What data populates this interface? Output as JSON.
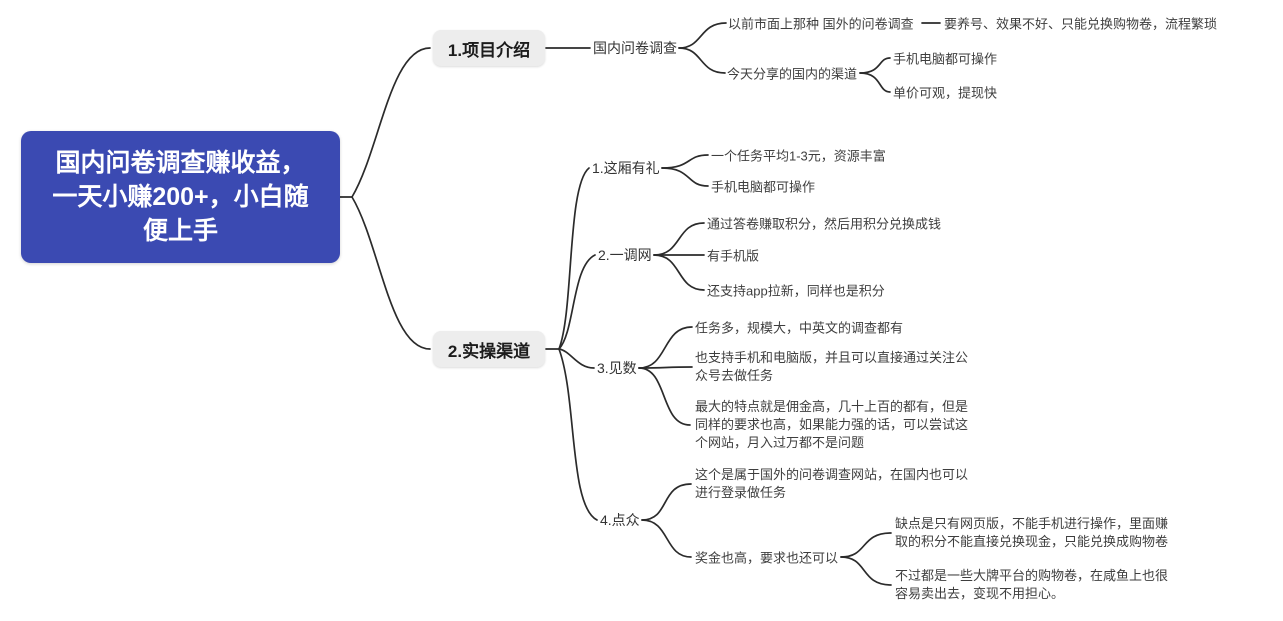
{
  "mindmap": {
    "root": {
      "text": "国内问卷调查赚收益，一天小赚200+，小白随便上手",
      "lines": [
        "国内问卷调查赚收益，",
        "一天小赚200+，小白随",
        "便上手"
      ]
    },
    "branch1": {
      "label": "1.项目介绍",
      "topic": "国内问卷调查",
      "old_way": "以前市面上那种 国外的问卷调查",
      "old_way_detail": "要养号、效果不好、只能兑换购物卷，流程繁琐",
      "new_way": "今天分享的国内的渠道",
      "new_way_points": [
        "手机电脑都可操作",
        "单价可观，提现快"
      ]
    },
    "branch2": {
      "label": "2.实操渠道",
      "channels": [
        {
          "name": "1.这厢有礼",
          "points": [
            "一个任务平均1-3元，资源丰富",
            "手机电脑都可操作"
          ]
        },
        {
          "name": "2.一调网",
          "points": [
            "通过答卷赚取积分，然后用积分兑换成钱",
            "有手机版",
            "还支持app拉新，同样也是积分"
          ]
        },
        {
          "name": "3.见数",
          "points": [
            "任务多，规模大，中英文的调查都有",
            "也支持手机和电脑版，并且可以直接通过关注公众号去做任务",
            "最大的特点就是佣金高，几十上百的都有，但是同样的要求也高，如果能力强的话，可以尝试这个网站，月入过万都不是问题"
          ]
        },
        {
          "name": "4.点众",
          "points": [
            "这个是属于国外的问卷调查网站，在国内也可以进行登录做任务",
            "奖金也高，要求也还可以"
          ],
          "sub_points": [
            "缺点是只有网页版，不能手机进行操作，里面赚取的积分不能直接兑换现金，只能兑换成购物卷",
            "不过都是一些大牌平台的购物卷，在咸鱼上也很容易卖出去，变现不用担心。"
          ]
        }
      ]
    },
    "colors": {
      "root_bg": "#3b4ab2",
      "root_text": "#ffffff",
      "branch_bg": "#ededed",
      "line": "#2b2b2b",
      "text": "#3e3e3e"
    }
  }
}
